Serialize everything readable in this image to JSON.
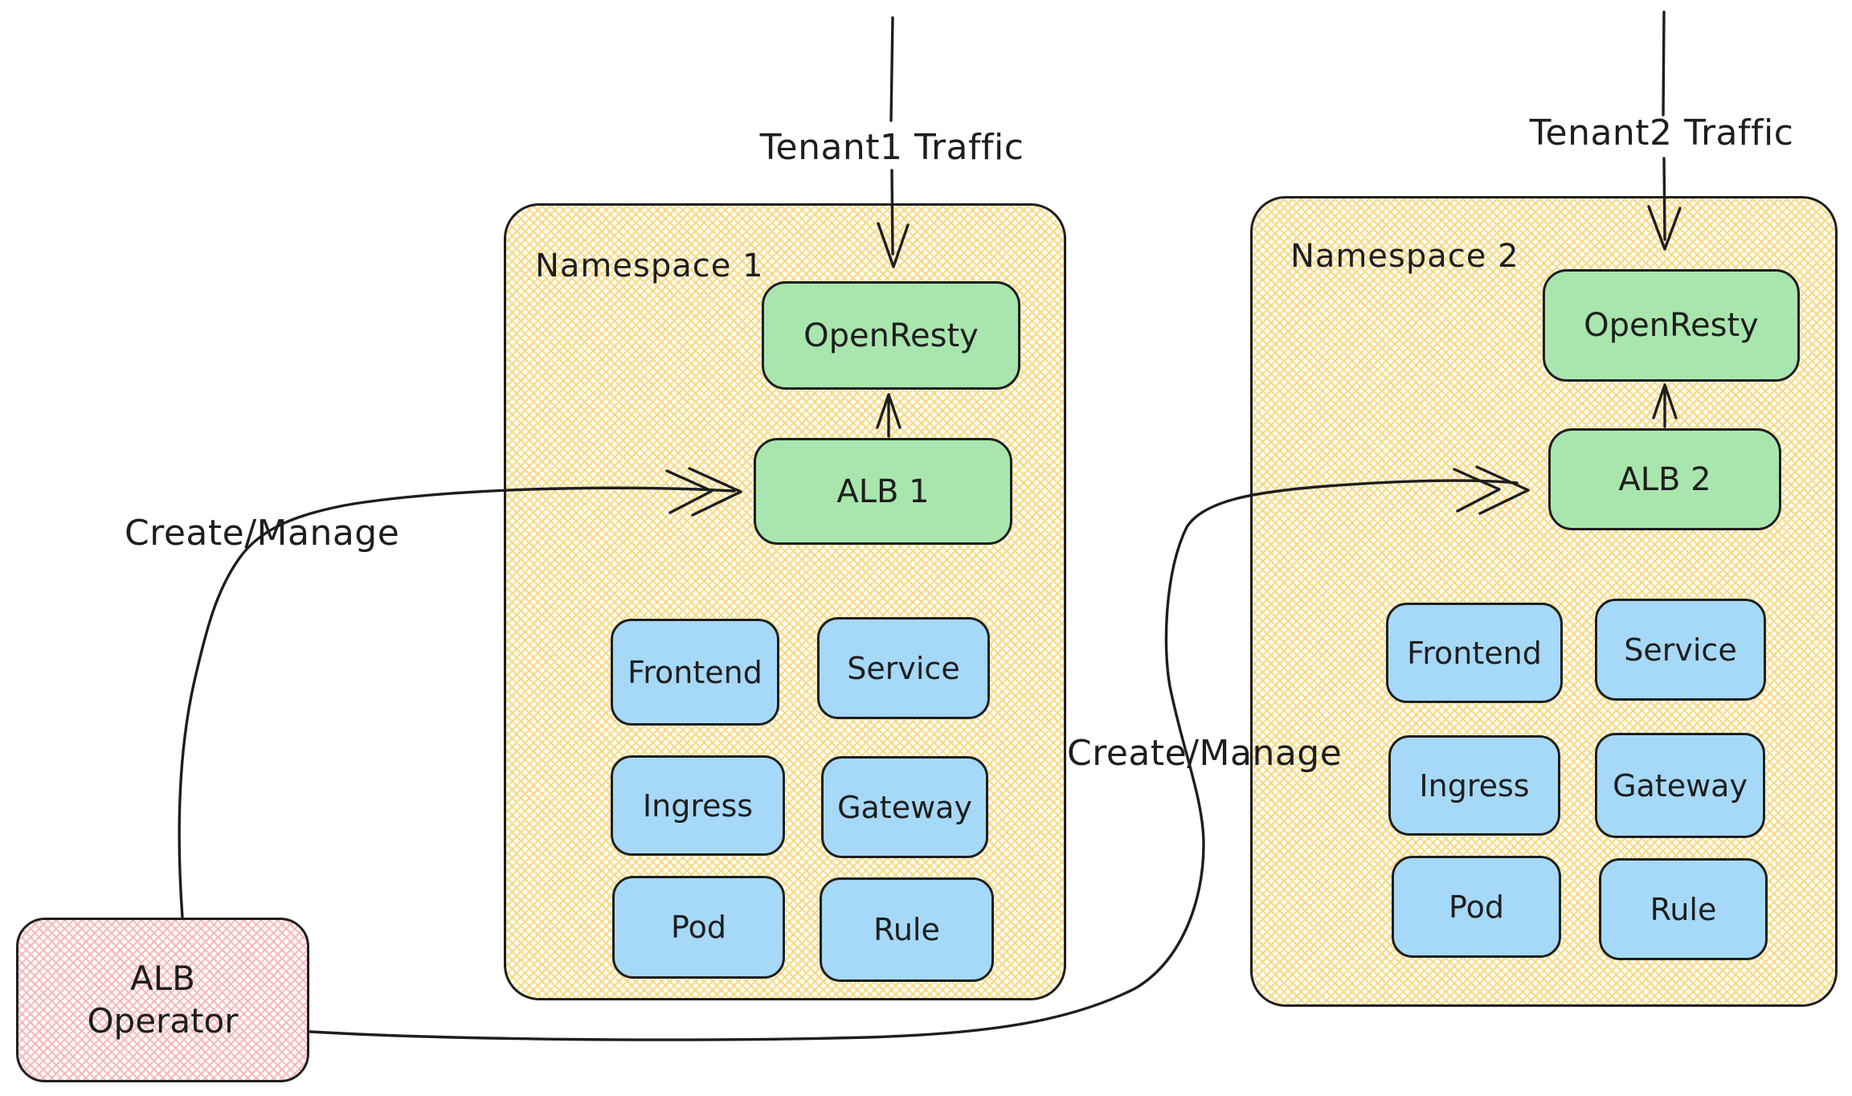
{
  "labels": {
    "tenant1_traffic": "Tenant1 Traffic",
    "tenant2_traffic": "Tenant2 Traffic",
    "create_manage_left": "Create/Manage",
    "create_manage_right": "Create/Manage"
  },
  "namespace1": {
    "title": "Namespace 1",
    "openresty": "OpenResty",
    "alb": "ALB 1",
    "resources": [
      "Frontend",
      "Service",
      "Ingress",
      "Gateway",
      "Pod",
      "Rule"
    ]
  },
  "namespace2": {
    "title": "Namespace 2",
    "openresty": "OpenResty",
    "alb": "ALB 2",
    "resources": [
      "Frontend",
      "Service",
      "Ingress",
      "Gateway",
      "Pod",
      "Rule"
    ]
  },
  "operator": {
    "line1": "ALB",
    "line2": "Operator"
  },
  "colors": {
    "stroke": "#1e1e1e",
    "yellow_hatch": "#f6d87e",
    "green_fill": "#a9e6ae",
    "blue_fill": "#a6d9f7",
    "pink_hatch": "#f7b2b2",
    "background": "#ffffff"
  }
}
